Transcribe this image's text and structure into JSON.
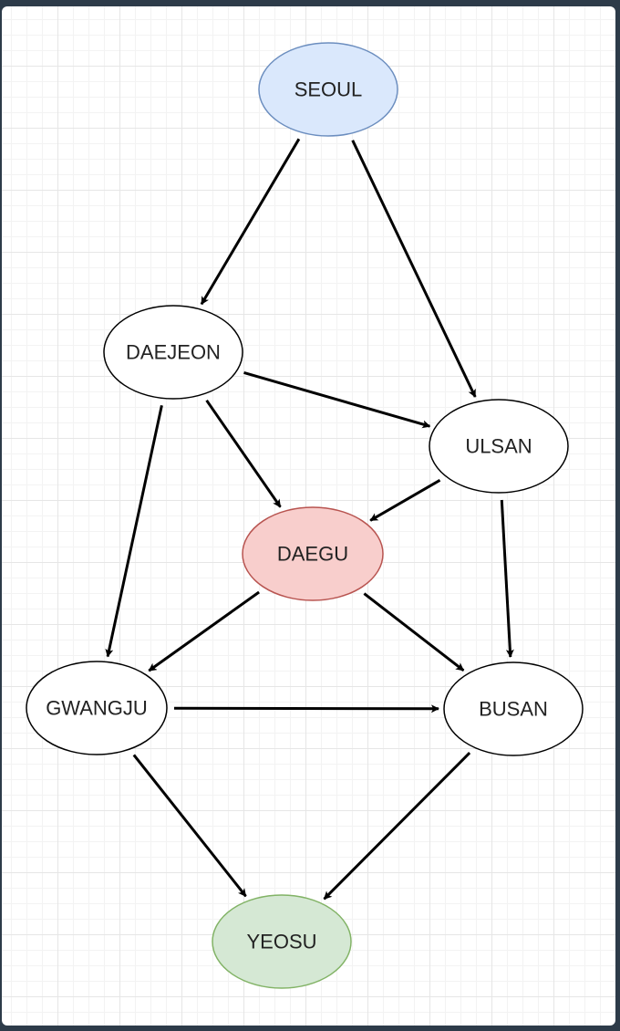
{
  "diagram": {
    "nodes": [
      {
        "id": "seoul",
        "label": "SEOUL",
        "fill": "#dae8fc",
        "stroke": "#6c8ebf"
      },
      {
        "id": "daejeon",
        "label": "DAEJEON",
        "fill": "#ffffff",
        "stroke": "#000000"
      },
      {
        "id": "ulsan",
        "label": "ULSAN",
        "fill": "#ffffff",
        "stroke": "#000000"
      },
      {
        "id": "daegu",
        "label": "DAEGU",
        "fill": "#f8cecc",
        "stroke": "#b85450"
      },
      {
        "id": "gwangju",
        "label": "GWANGJU",
        "fill": "#ffffff",
        "stroke": "#000000"
      },
      {
        "id": "busan",
        "label": "BUSAN",
        "fill": "#ffffff",
        "stroke": "#000000"
      },
      {
        "id": "yeosu",
        "label": "YEOSU",
        "fill": "#d5e8d4",
        "stroke": "#82b366"
      }
    ],
    "edges": [
      {
        "from": "seoul",
        "to": "daejeon"
      },
      {
        "from": "seoul",
        "to": "ulsan"
      },
      {
        "from": "daejeon",
        "to": "ulsan"
      },
      {
        "from": "daejeon",
        "to": "daegu"
      },
      {
        "from": "daejeon",
        "to": "gwangju"
      },
      {
        "from": "ulsan",
        "to": "daegu"
      },
      {
        "from": "ulsan",
        "to": "busan"
      },
      {
        "from": "daegu",
        "to": "gwangju"
      },
      {
        "from": "daegu",
        "to": "busan"
      },
      {
        "from": "gwangju",
        "to": "busan"
      },
      {
        "from": "gwangju",
        "to": "yeosu"
      },
      {
        "from": "busan",
        "to": "yeosu"
      }
    ]
  }
}
